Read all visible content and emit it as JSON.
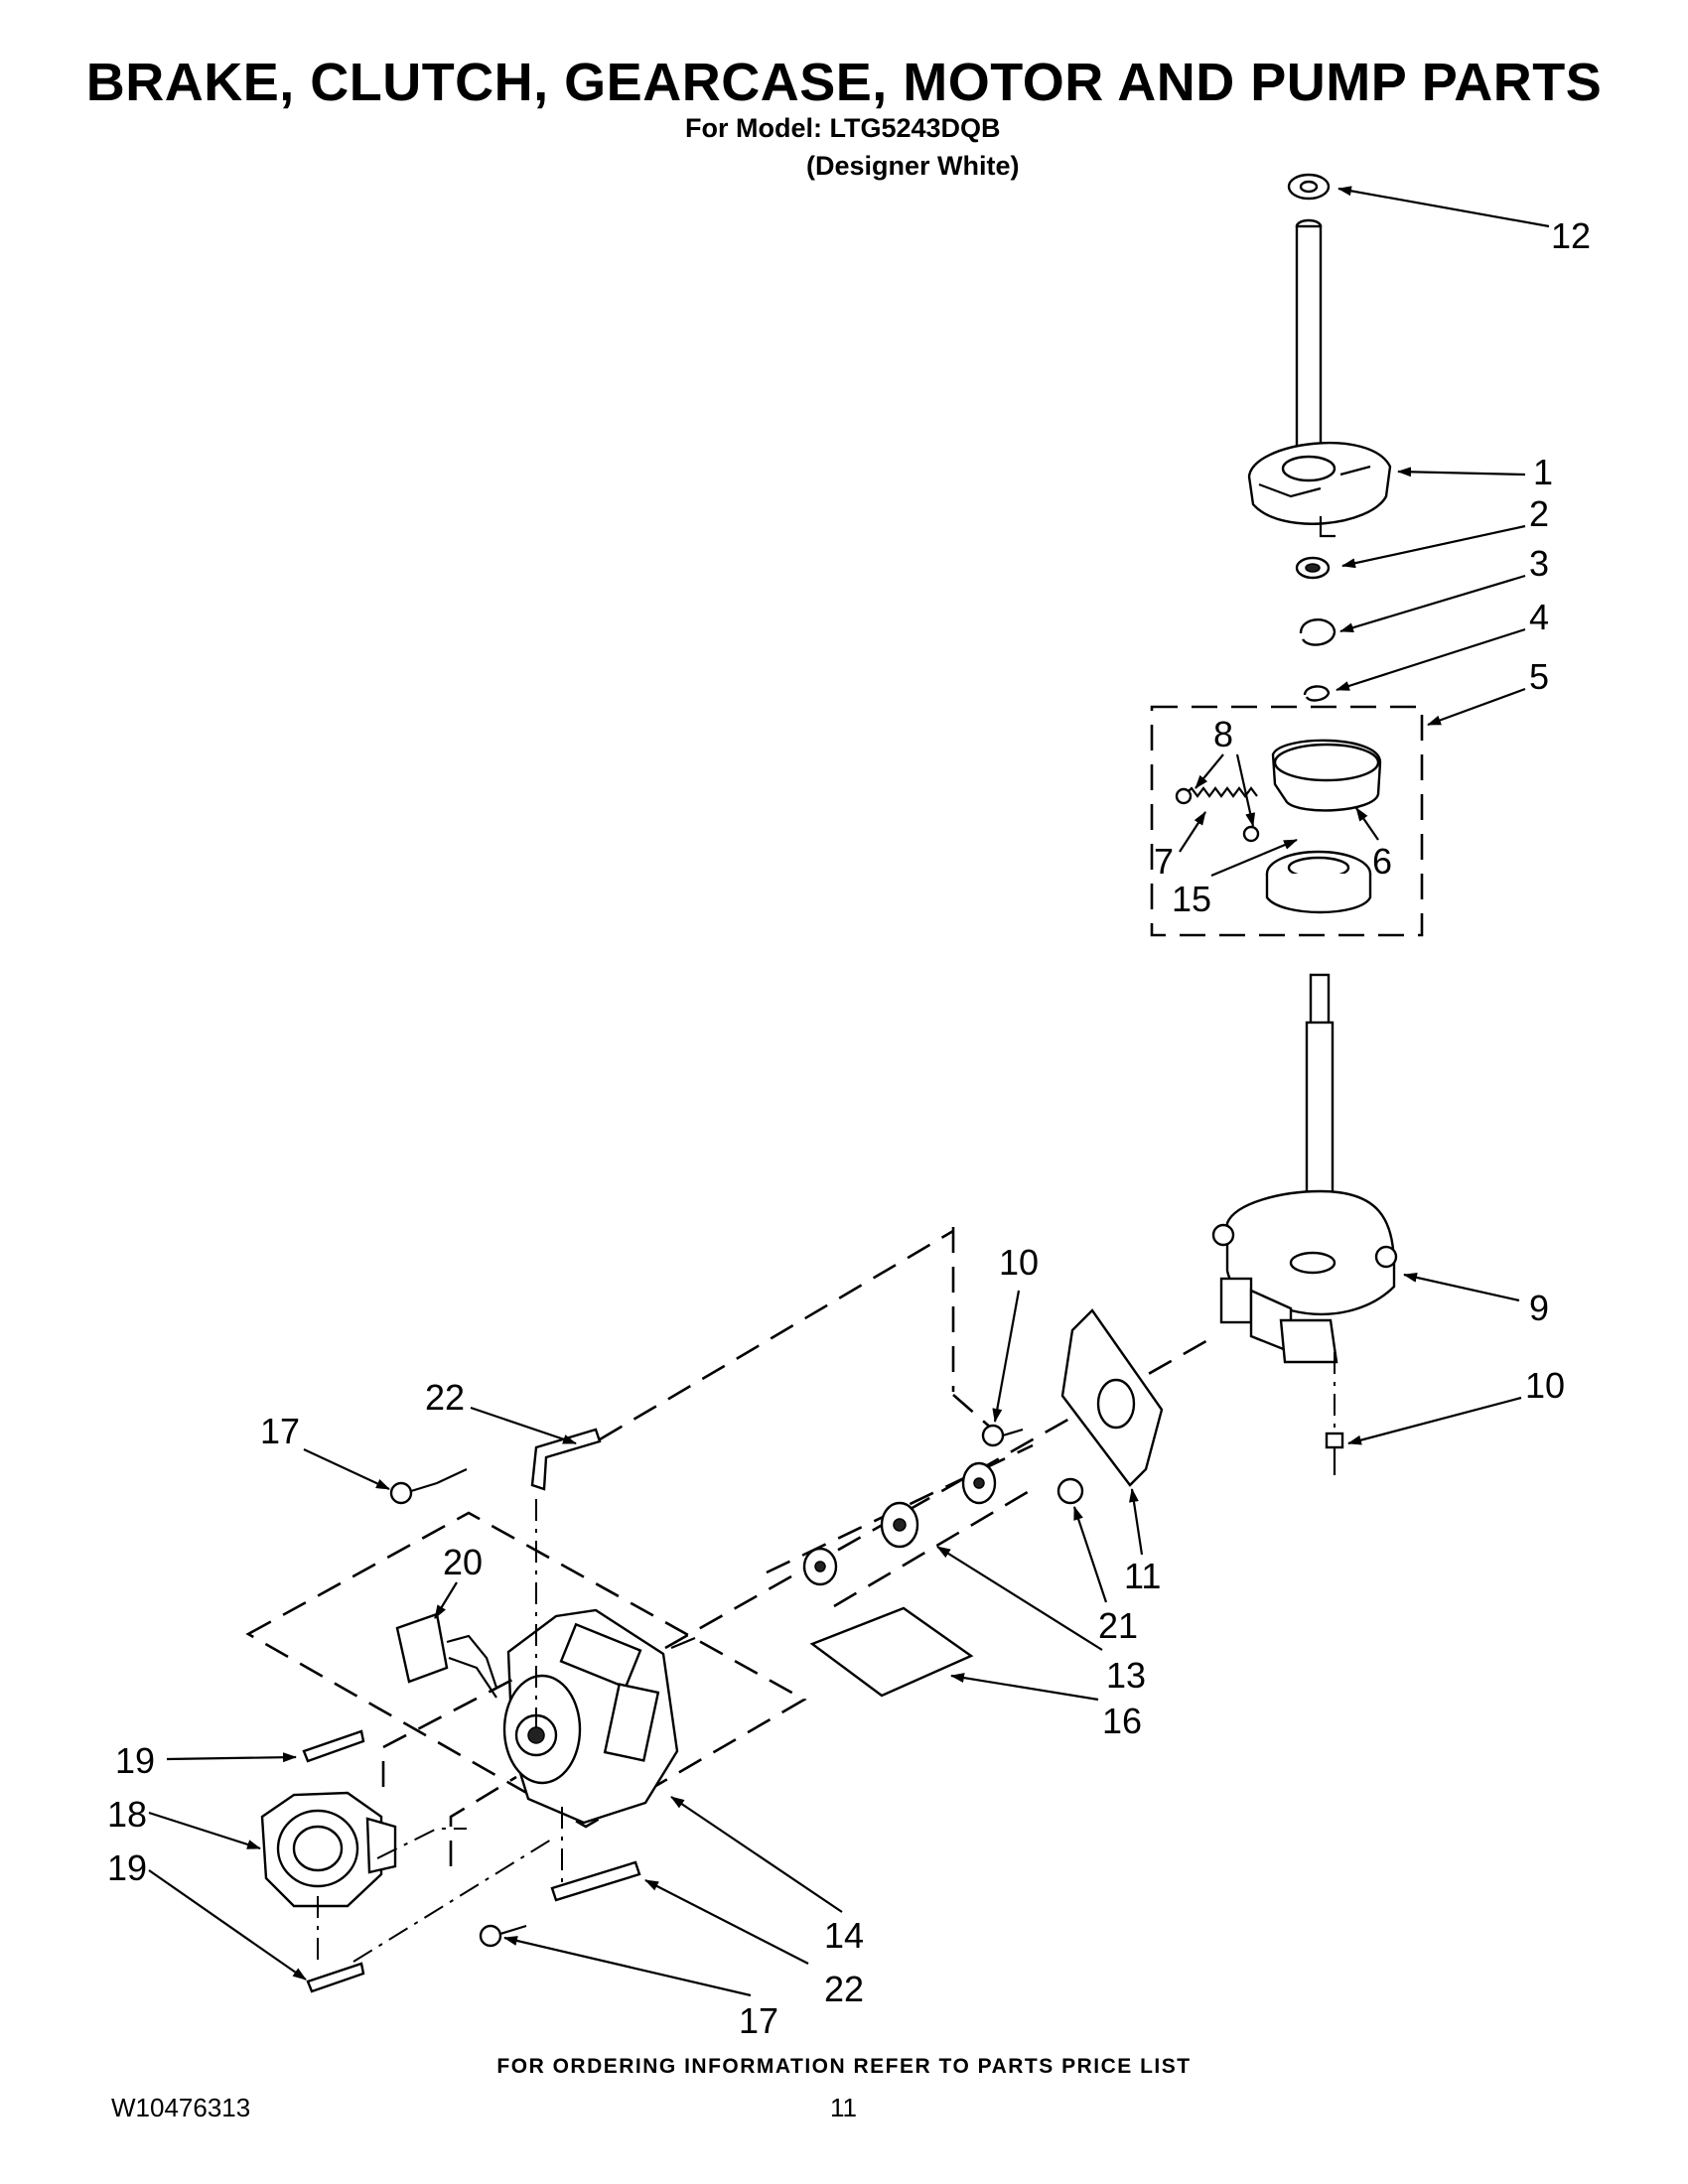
{
  "header": {
    "title": "BRAKE, CLUTCH, GEARCASE, MOTOR AND PUMP PARTS",
    "model_line": "For Model: LTG5243DQB",
    "finish_line": "(Designer White)"
  },
  "callouts": [
    {
      "id": "c12",
      "label": "12"
    },
    {
      "id": "c1",
      "label": "1"
    },
    {
      "id": "c2",
      "label": "2"
    },
    {
      "id": "c3",
      "label": "3"
    },
    {
      "id": "c4",
      "label": "4"
    },
    {
      "id": "c5",
      "label": "5"
    },
    {
      "id": "c8",
      "label": "8"
    },
    {
      "id": "c7",
      "label": "7"
    },
    {
      "id": "c6",
      "label": "6"
    },
    {
      "id": "c15",
      "label": "15"
    },
    {
      "id": "c10a",
      "label": "10"
    },
    {
      "id": "c9",
      "label": "9"
    },
    {
      "id": "c10b",
      "label": "10"
    },
    {
      "id": "c17a",
      "label": "17"
    },
    {
      "id": "c22a",
      "label": "22"
    },
    {
      "id": "c20",
      "label": "20"
    },
    {
      "id": "c11",
      "label": "11"
    },
    {
      "id": "c21",
      "label": "21"
    },
    {
      "id": "c13",
      "label": "13"
    },
    {
      "id": "c16",
      "label": "16"
    },
    {
      "id": "c19a",
      "label": "19"
    },
    {
      "id": "c18",
      "label": "18"
    },
    {
      "id": "c19b",
      "label": "19"
    },
    {
      "id": "c14",
      "label": "14"
    },
    {
      "id": "c22b",
      "label": "22"
    },
    {
      "id": "c17b",
      "label": "17"
    }
  ],
  "footer": {
    "ordering_note": "FOR ORDERING INFORMATION REFER TO PARTS PRICE LIST",
    "document_number": "W10476313",
    "page_number": "11"
  }
}
